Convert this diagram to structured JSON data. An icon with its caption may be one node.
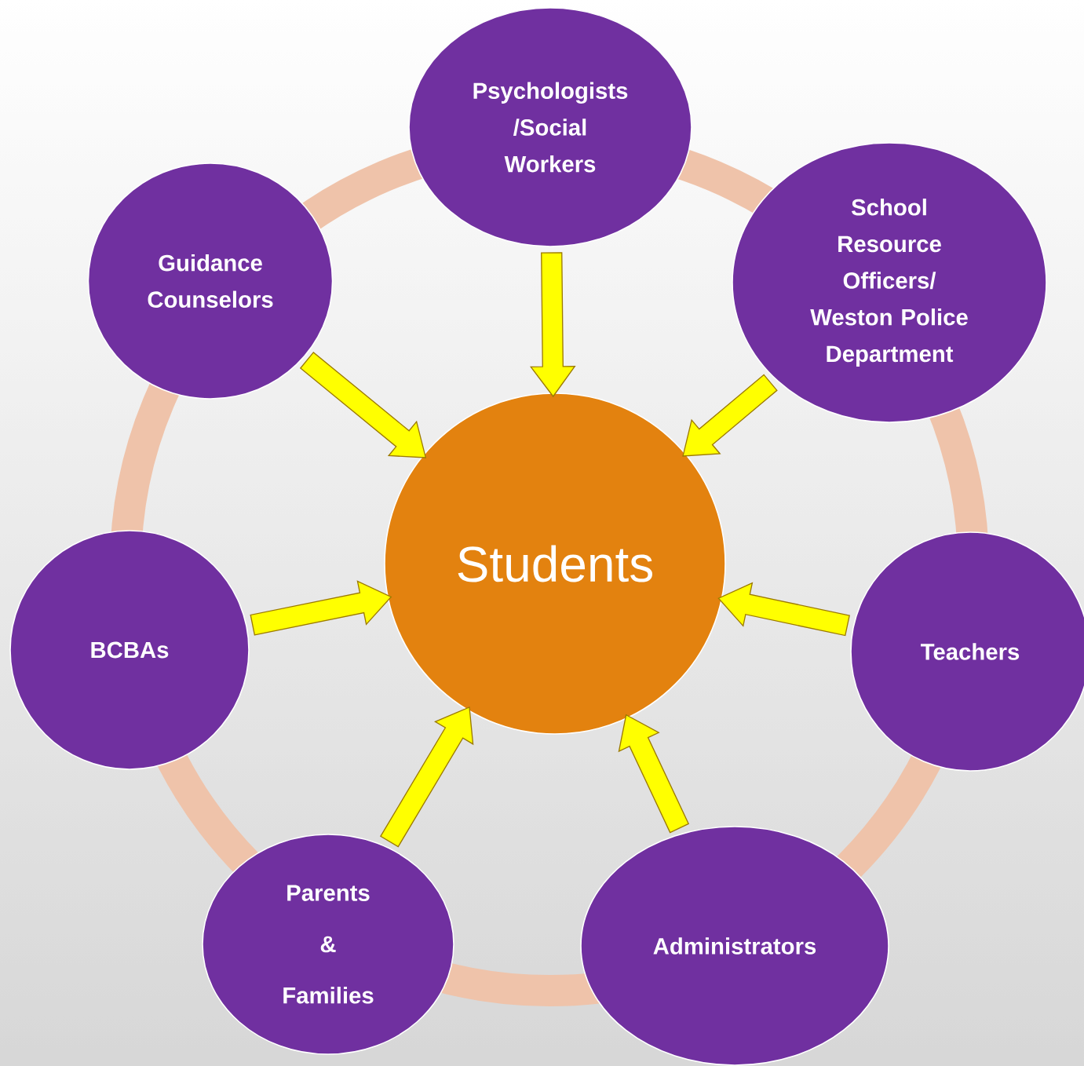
{
  "diagram": {
    "nodes": [
      {
        "text": [
          "Psychologists /Social Workers"
        ]
      },
      {
        "text": [
          "Guidance Counselors"
        ]
      },
      {
        "text": [
          "School Resource Officers/ Weston Police Department"
        ]
      },
      {
        "text": [
          "Students"
        ]
      },
      {
        "text": [
          "BCBAs"
        ]
      },
      {
        "text": [
          "Teachers"
        ]
      },
      {
        "text": [
          "Parents & Families"
        ]
      },
      {
        "text": [
          "Administrators"
        ]
      }
    ],
    "edges": [
      {
        "from": 0,
        "to": 3,
        "arrow": "to"
      },
      {
        "from": 1,
        "to": 3,
        "arrow": "to"
      },
      {
        "from": 2,
        "to": 3,
        "arrow": "to"
      },
      {
        "from": 4,
        "to": 3,
        "arrow": "to"
      },
      {
        "from": 5,
        "to": 3,
        "arrow": "to"
      },
      {
        "from": 6,
        "to": 3,
        "arrow": "to"
      },
      {
        "from": 7,
        "to": 3,
        "arrow": "to"
      }
    ]
  }
}
